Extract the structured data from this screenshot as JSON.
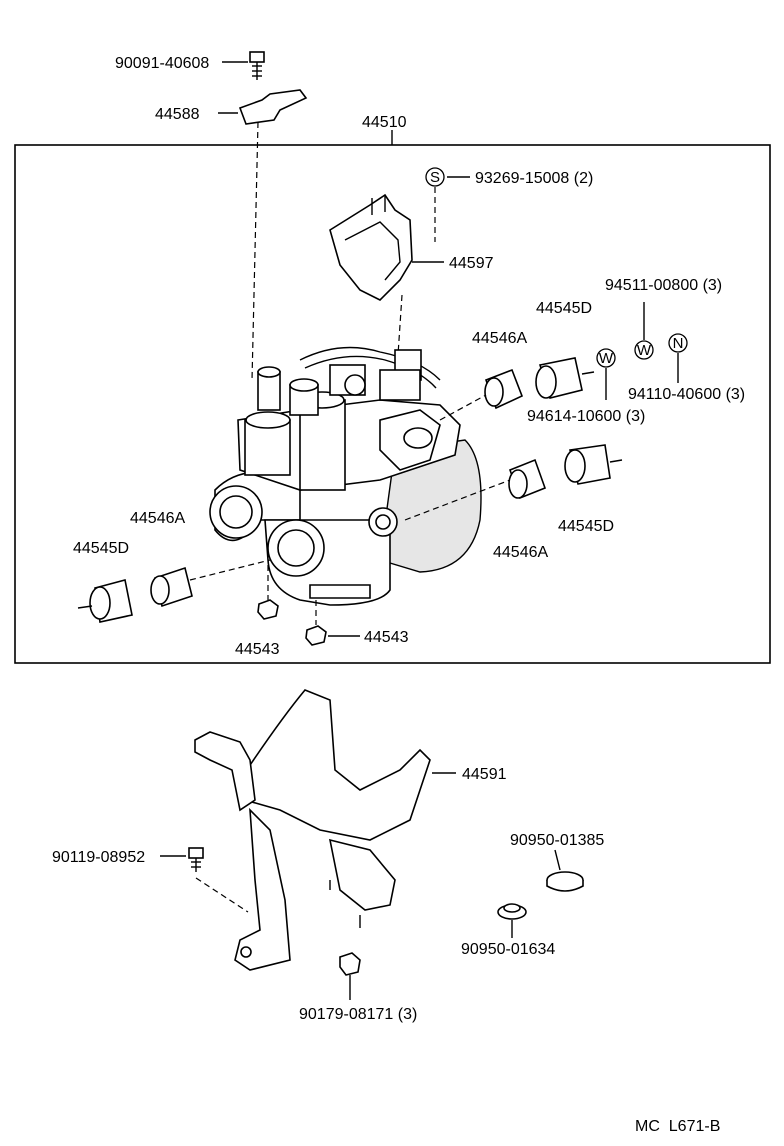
{
  "labels": {
    "bolt_top": "90091-40608",
    "bracket_top": "44588",
    "assembly": "44510",
    "screw_s": "93269-15008 (2)",
    "cover": "44597",
    "washer_w1": "94511-00800 (3)",
    "mount_d_upper": "44545D",
    "cushion_a_upper": "44546A",
    "nut_n": "94110-40600 (3)",
    "washer_w2": "94614-10600 (3)",
    "cushion_a_left": "44546A",
    "mount_d_left": "44545D",
    "mount_d_right": "44545D",
    "cushion_a_right": "44546A",
    "nut_left": "44543",
    "nut_right": "44543",
    "bracket_lower": "44591",
    "plug_1": "90950-01385",
    "bolt_left": "90119-08952",
    "grommet": "90950-01634",
    "bolt_bottom": "90179-08171 (3)",
    "page_code": "MC  L671-B"
  },
  "symbols": {
    "s": "S",
    "w": "W",
    "n": "N"
  }
}
